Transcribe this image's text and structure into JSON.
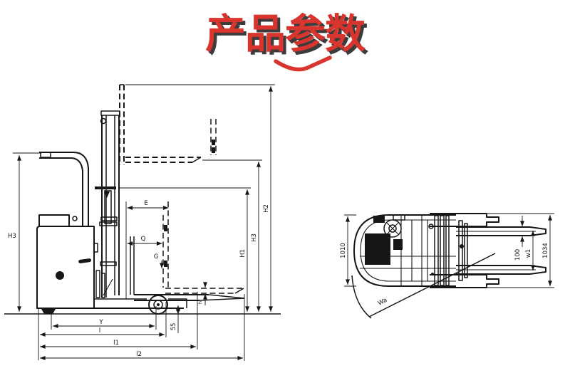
{
  "title": {
    "text": "产品参数",
    "color": "#d9342d",
    "shadow_color": "#3c3c3c"
  },
  "side_view": {
    "dims": {
      "h3_left": "H3",
      "h1": "H1",
      "h3_right": "H3",
      "h2": "H2",
      "e": "E",
      "q": "Q",
      "g": "G",
      "y": "Y",
      "l": "l",
      "l1": "l1",
      "l2": "l2",
      "fork_lowered_height": "55",
      "fork_thickness": "h"
    }
  },
  "top_view": {
    "dims": {
      "body_width": "1010",
      "fork_width": "100",
      "fork_outer_span": "w1",
      "overall_width": "1034",
      "turning_radius": "Wa"
    }
  }
}
